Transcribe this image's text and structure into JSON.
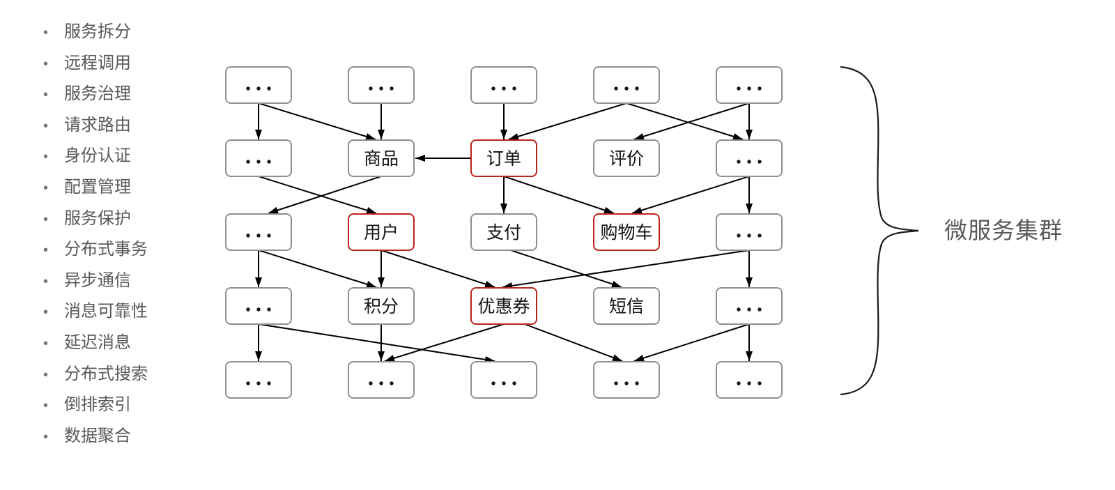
{
  "features": {
    "bullet": "•",
    "items": [
      "服务拆分",
      "远程调用",
      "服务治理",
      "请求路由",
      "身份认证",
      "配置管理",
      "服务保护",
      "分布式事务",
      "异步通信",
      "消息可靠性",
      "延迟消息",
      "分布式搜索",
      "倒排索引",
      "数据聚合"
    ]
  },
  "cluster": {
    "label": "微服务集群"
  },
  "diagram": {
    "placeholder_label": "...",
    "colors": {
      "node_border": "#8f8f8f",
      "node_border_accent": "#b9261b",
      "node_fill": "#ffffff",
      "node_text": "#141414",
      "arrow": "#000000",
      "list_text": "#595959",
      "cluster_text": "#595959"
    },
    "nodes": [
      {
        "id": "etc-1-1",
        "row": 1,
        "col": 1,
        "label": "...",
        "accent": false
      },
      {
        "id": "etc-1-2",
        "row": 1,
        "col": 2,
        "label": "...",
        "accent": false
      },
      {
        "id": "etc-1-3",
        "row": 1,
        "col": 3,
        "label": "...",
        "accent": false
      },
      {
        "id": "etc-1-4",
        "row": 1,
        "col": 4,
        "label": "...",
        "accent": false
      },
      {
        "id": "etc-1-5",
        "row": 1,
        "col": 5,
        "label": "...",
        "accent": false
      },
      {
        "id": "etc-2-1",
        "row": 2,
        "col": 1,
        "label": "...",
        "accent": false
      },
      {
        "id": "goods",
        "row": 2,
        "col": 2,
        "label": "商品",
        "accent": false
      },
      {
        "id": "order",
        "row": 2,
        "col": 3,
        "label": "订单",
        "accent": true
      },
      {
        "id": "review",
        "row": 2,
        "col": 4,
        "label": "评价",
        "accent": false
      },
      {
        "id": "etc-2-5",
        "row": 2,
        "col": 5,
        "label": "...",
        "accent": false
      },
      {
        "id": "etc-3-1",
        "row": 3,
        "col": 1,
        "label": "...",
        "accent": false
      },
      {
        "id": "user",
        "row": 3,
        "col": 2,
        "label": "用户",
        "accent": true
      },
      {
        "id": "pay",
        "row": 3,
        "col": 3,
        "label": "支付",
        "accent": false
      },
      {
        "id": "cart",
        "row": 3,
        "col": 4,
        "label": "购物车",
        "accent": true
      },
      {
        "id": "etc-3-5",
        "row": 3,
        "col": 5,
        "label": "...",
        "accent": false
      },
      {
        "id": "etc-4-1",
        "row": 4,
        "col": 1,
        "label": "...",
        "accent": false
      },
      {
        "id": "points",
        "row": 4,
        "col": 2,
        "label": "积分",
        "accent": false
      },
      {
        "id": "coupon",
        "row": 4,
        "col": 3,
        "label": "优惠券",
        "accent": true
      },
      {
        "id": "sms",
        "row": 4,
        "col": 4,
        "label": "短信",
        "accent": false
      },
      {
        "id": "etc-4-5",
        "row": 4,
        "col": 5,
        "label": "...",
        "accent": false
      },
      {
        "id": "etc-5-1",
        "row": 5,
        "col": 1,
        "label": "...",
        "accent": false
      },
      {
        "id": "etc-5-2",
        "row": 5,
        "col": 2,
        "label": "...",
        "accent": false
      },
      {
        "id": "etc-5-3",
        "row": 5,
        "col": 3,
        "label": "...",
        "accent": false
      },
      {
        "id": "etc-5-4",
        "row": 5,
        "col": 4,
        "label": "...",
        "accent": false
      },
      {
        "id": "etc-5-5",
        "row": 5,
        "col": 5,
        "label": "...",
        "accent": false
      }
    ],
    "edges": [
      {
        "from": "etc-1-1",
        "to": "etc-2-1"
      },
      {
        "from": "etc-1-1",
        "to": "goods",
        "dx2": -8
      },
      {
        "from": "etc-1-2",
        "to": "goods"
      },
      {
        "from": "etc-1-3",
        "to": "order"
      },
      {
        "from": "etc-1-4",
        "to": "order",
        "dx2": 7
      },
      {
        "from": "etc-1-4",
        "to": "etc-2-5",
        "dx2": -9
      },
      {
        "from": "etc-1-5",
        "to": "review",
        "dx2": 11
      },
      {
        "from": "etc-1-5",
        "to": "etc-2-5"
      },
      {
        "from": "order",
        "to": "goods",
        "type": "h"
      },
      {
        "from": "goods",
        "to": "etc-3-1",
        "dx2": 14
      },
      {
        "from": "etc-2-1",
        "to": "user",
        "dx2": -7
      },
      {
        "from": "order",
        "to": "pay"
      },
      {
        "from": "order",
        "to": "cart",
        "dx2": -18
      },
      {
        "from": "etc-2-5",
        "to": "cart",
        "dx2": 8
      },
      {
        "from": "etc-2-5",
        "to": "etc-3-5"
      },
      {
        "from": "etc-3-1",
        "to": "etc-4-1"
      },
      {
        "from": "etc-3-1",
        "to": "points",
        "dx2": -7
      },
      {
        "from": "user",
        "to": "points"
      },
      {
        "from": "user",
        "to": "coupon",
        "dx2": -13
      },
      {
        "from": "pay",
        "to": "sms",
        "dx1": 10,
        "dx2": -7
      },
      {
        "from": "etc-3-5",
        "to": "coupon",
        "dx2": -2
      },
      {
        "from": "etc-3-5",
        "to": "etc-4-5"
      },
      {
        "from": "etc-4-1",
        "to": "etc-5-1"
      },
      {
        "from": "etc-4-1",
        "to": "etc-5-3",
        "dx2": -13
      },
      {
        "from": "points",
        "to": "etc-5-2"
      },
      {
        "from": "coupon",
        "to": "etc-5-2",
        "dx2": 5
      },
      {
        "from": "coupon",
        "to": "etc-5-4",
        "dx1": 30,
        "dx2": -6
      },
      {
        "from": "etc-4-5",
        "to": "etc-5-4",
        "dx2": 11
      },
      {
        "from": "etc-4-5",
        "to": "etc-5-5"
      }
    ]
  }
}
